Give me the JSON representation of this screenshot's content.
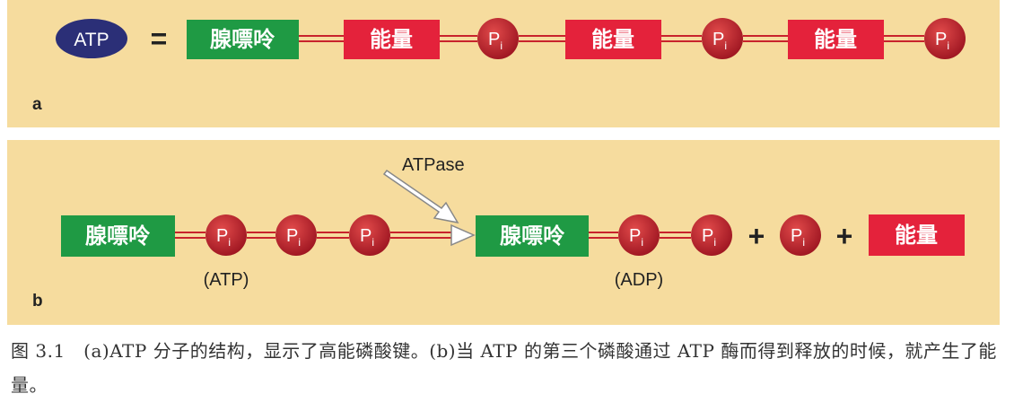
{
  "colors": {
    "panel_bg": "#f6dc9e",
    "green": "#1f9a44",
    "red": "#e4223b",
    "phosphate": "#c21e2a",
    "atp_oval": "#2b2f77",
    "bond_line": "#c8232c",
    "text_dark": "#222222"
  },
  "panel_a": {
    "label": "a",
    "atp": "ATP",
    "equals": "=",
    "adenine": "腺嘌呤",
    "energy": "能量",
    "phosphate": "P",
    "phosphate_sub": "i"
  },
  "panel_b": {
    "label": "b",
    "adenine": "腺嘌呤",
    "phosphate": "P",
    "phosphate_sub": "i",
    "enzyme": "ATPase",
    "atp_label": "(ATP)",
    "adp_label": "(ADP)",
    "plus": "+",
    "energy": "能量"
  },
  "caption": {
    "text": "图 3.1　(a)ATP 分子的结构，显示了高能磷酸键。(b)当 ATP 的第三个磷酸通过 ATP 酶而得到释放的时候，就产生了能量。"
  }
}
